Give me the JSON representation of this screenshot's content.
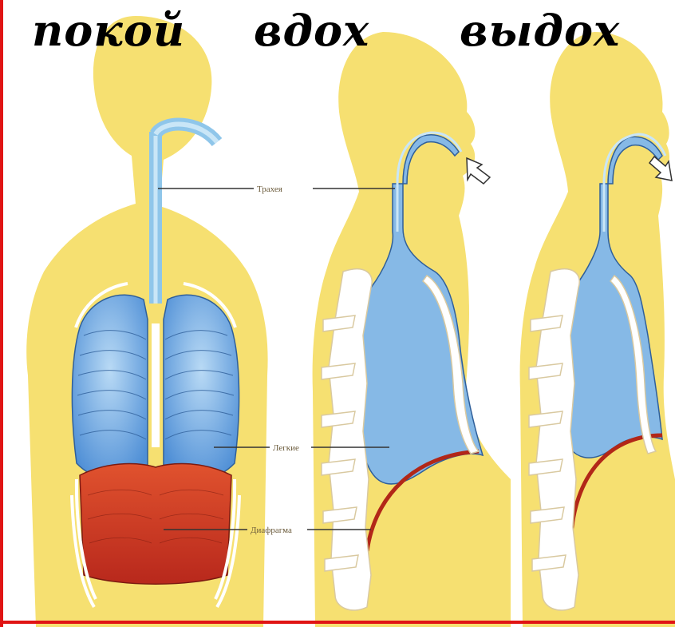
{
  "phases": {
    "rest": "покой",
    "inhale": "вдох",
    "exhale": "выдох"
  },
  "labels": {
    "trachea": "Трахея",
    "lungs": "Легкие",
    "diaphragm": "Диафрагма"
  },
  "colors": {
    "body": "#f6e071",
    "lung": "#7fb6e6",
    "diaphragm": "#d8432a",
    "rib": "#ffffff",
    "frame": "#e01414"
  }
}
